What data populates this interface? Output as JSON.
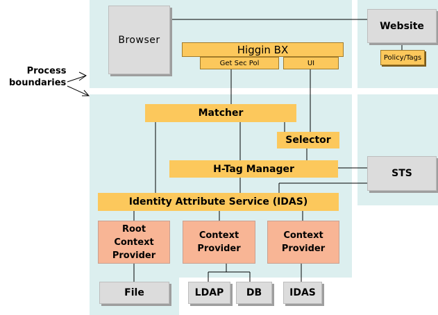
{
  "process_label": {
    "line1": "Process",
    "line2": "boundaries"
  },
  "boxes": {
    "browser": "Browser",
    "website": "Website",
    "policy_tags": "Policy/Tags",
    "higgins_bx": "Higgin BX",
    "get_sec_pol": "Get Sec Pol",
    "ui": "UI",
    "matcher": "Matcher",
    "selector": "Selector",
    "htag_manager": "H-Tag Manager",
    "sts": "STS",
    "idas_service": "Identity Attribute Service (IDAS)",
    "root_context_provider": [
      "Root",
      "Context",
      "Provider"
    ],
    "context_provider_1": [
      "Context",
      "Provider"
    ],
    "context_provider_2": [
      "Context",
      "Provider"
    ],
    "file": "File",
    "ldap": "LDAP",
    "db": "DB",
    "idas": "IDAS"
  },
  "colors": {
    "region": "#dcefef",
    "grey_box": "#dcdcdc",
    "yellow_box": "#fcc85c",
    "salmon_box": "#f8b595"
  }
}
